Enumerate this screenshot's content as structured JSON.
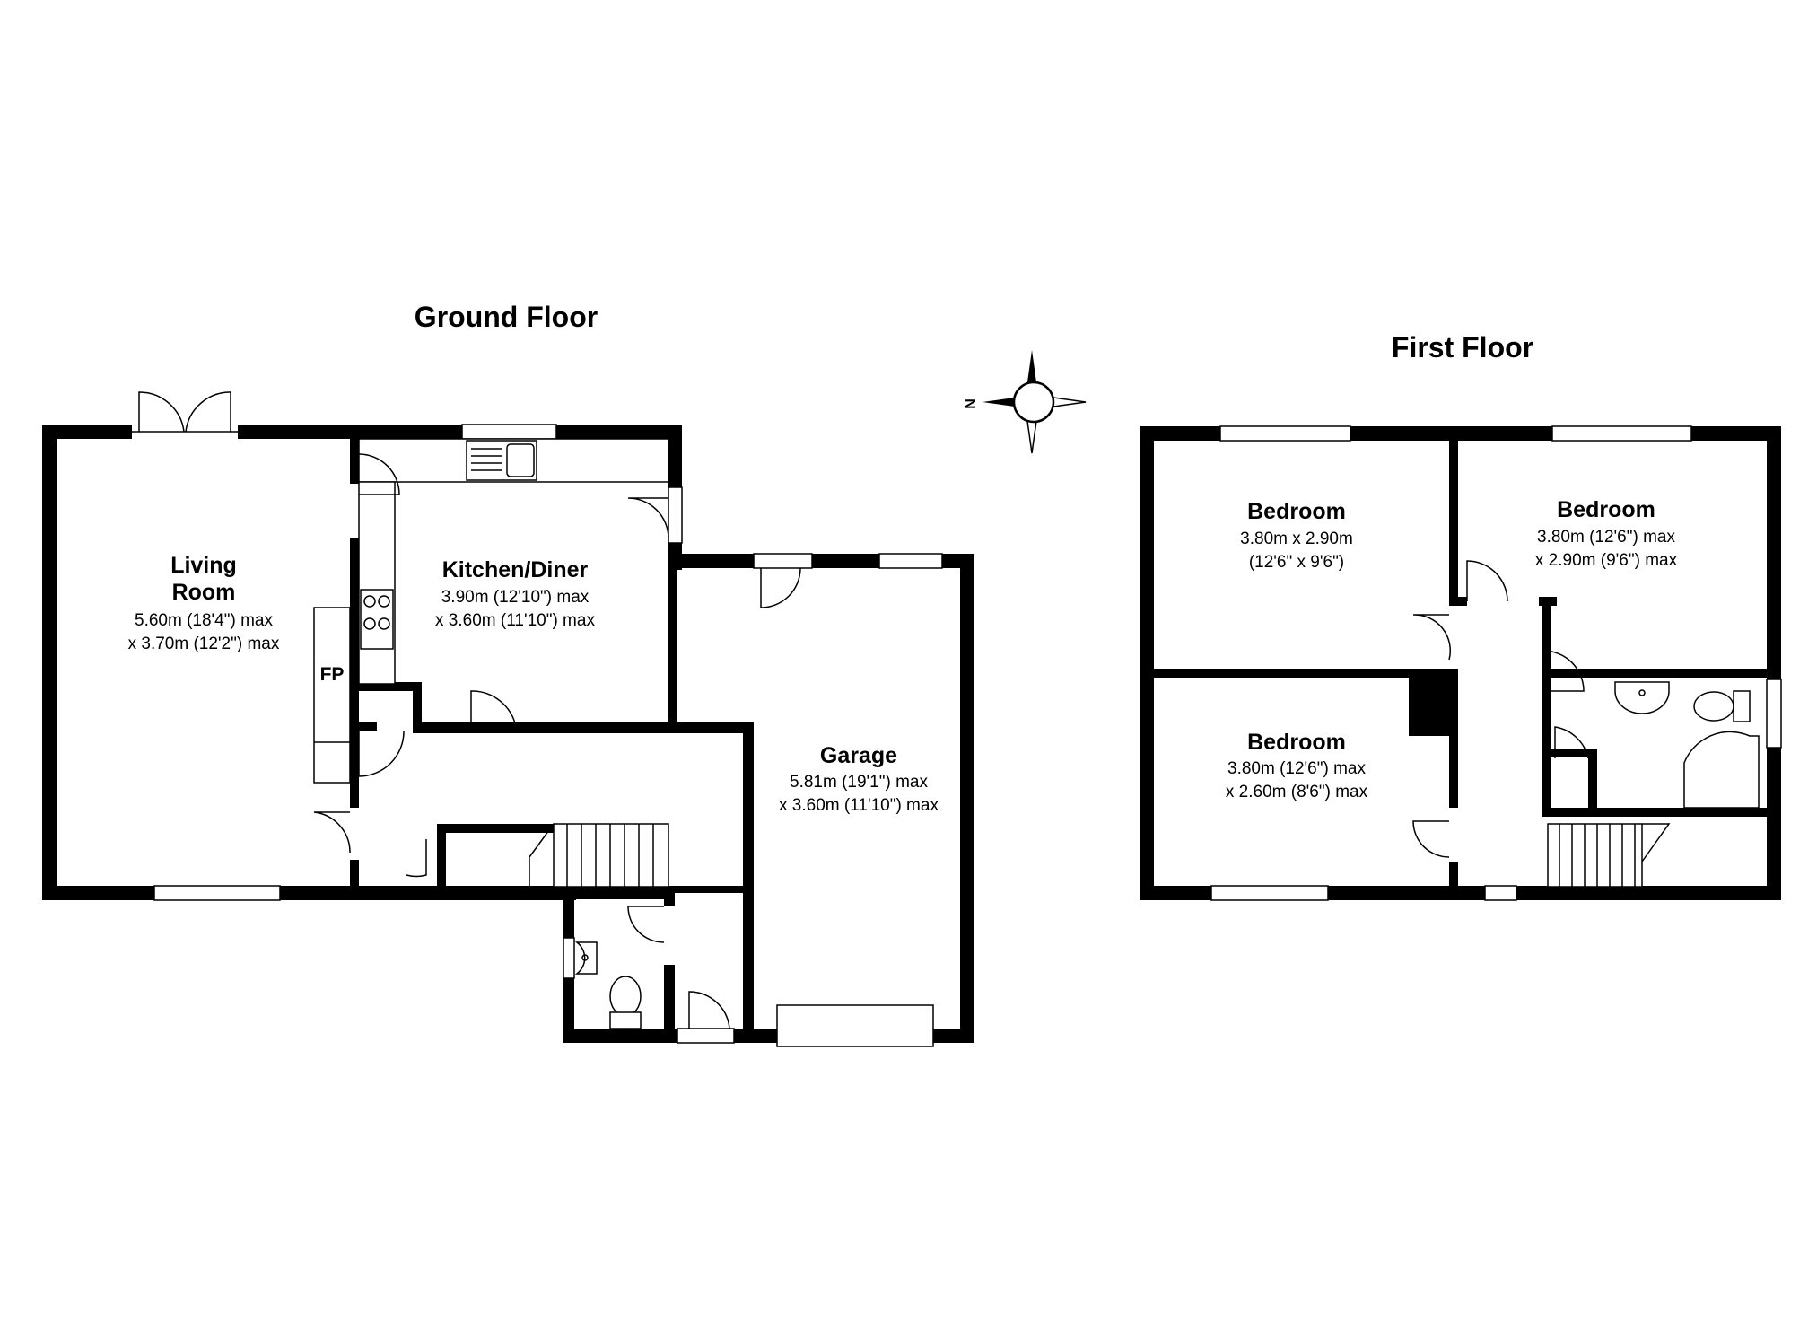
{
  "floors": {
    "ground": {
      "title": "Ground Floor",
      "living_room": {
        "name_line1": "Living",
        "name_line2": "Room",
        "dim1": "5.60m (18'4\") max",
        "dim2": "x 3.70m (12'2\") max"
      },
      "fireplace": {
        "label": "FP"
      },
      "kitchen": {
        "name": "Kitchen/Diner",
        "dim1": "3.90m (12'10\") max",
        "dim2": "x 3.60m (11'10\") max"
      },
      "garage": {
        "name": "Garage",
        "dim1": "5.81m (19'1\") max",
        "dim2": "x 3.60m (11'10\") max"
      }
    },
    "first": {
      "title": "First Floor",
      "bedroom_1": {
        "name": "Bedroom",
        "dim1": "3.80m x 2.90m",
        "dim2": "(12'6\" x 9'6\")"
      },
      "bedroom_2": {
        "name": "Bedroom",
        "dim1": "3.80m (12'6\") max",
        "dim2": "x 2.90m (9'6\") max"
      },
      "bedroom_3": {
        "name": "Bedroom",
        "dim1": "3.80m (12'6\") max",
        "dim2": "x 2.60m (8'6\") max"
      }
    }
  },
  "compass": {
    "north_label": "N"
  }
}
